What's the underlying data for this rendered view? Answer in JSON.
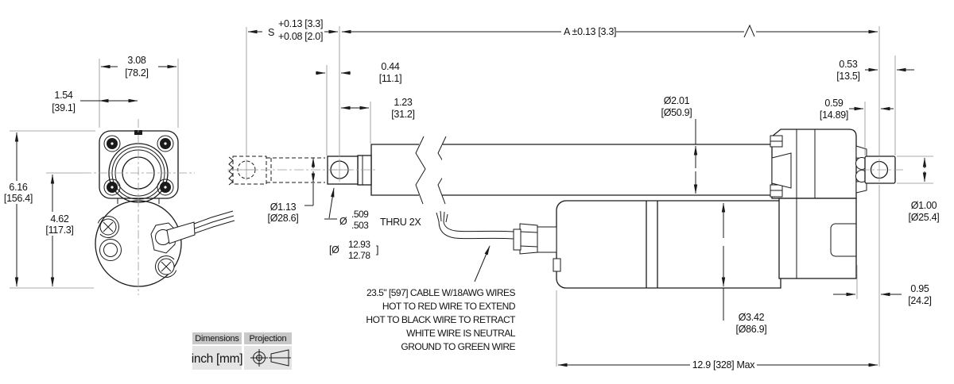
{
  "dims": {
    "stroke": {
      "label": "S",
      "upper": "+0.13 [3.3]",
      "lower": "+0.08 [2.0]"
    },
    "length_a": {
      "label": "A ±0.13 [3.3]"
    },
    "flange_width": {
      "in": "3.08",
      "mm": "[78.2]"
    },
    "flange_half": {
      "in": "1.54",
      "mm": "[39.1]"
    },
    "overall_height": {
      "in": "6.16",
      "mm": "[156.4]"
    },
    "center_height": {
      "in": "4.62",
      "mm": "[117.3]"
    },
    "rod_offset": {
      "in": "0.44",
      "mm": "[11.1]"
    },
    "pin_to_tube": {
      "in": "1.23",
      "mm": "[31.2]"
    },
    "tube_dia": {
      "in": "Ø2.01",
      "mm": "[Ø50.9]"
    },
    "rear_pin_to_end": {
      "in": "0.53",
      "mm": "[13.5]"
    },
    "rear_face_to_pin": {
      "in": "0.59",
      "mm": "[14.89]"
    },
    "rod_end_dia": {
      "in": "Ø1.13",
      "mm": "[Ø28.6]"
    },
    "mount_hole": {
      "dia": "Ø",
      "in_max": ".509",
      "in_min": ".503",
      "thru": "THRU 2X",
      "mm_open": "[Ø",
      "mm_max": "12.93",
      "mm_min": "12.78",
      "mm_close": "]"
    },
    "rear_lug_dia": {
      "in": "Ø1.00",
      "mm": "[Ø25.4]"
    },
    "rear_lug_offset": {
      "in": "0.95",
      "mm": "[24.2]"
    },
    "motor_dia": {
      "in": "Ø3.42",
      "mm": "[Ø86.9]"
    },
    "max_length": {
      "label": "12.9 [328] Max"
    }
  },
  "notes": {
    "cable": {
      "line1": "23.5\" [597] CABLE W/18AWG WIRES",
      "line2": "HOT TO RED WIRE TO EXTEND",
      "line3": "HOT TO BLACK WIRE TO RETRACT",
      "line4": "WHITE WIRE IS NEUTRAL",
      "line5": "GROUND TO GREEN WIRE"
    }
  },
  "title_block": {
    "dimensions_header": "Dimensions",
    "projection_header": "Projection",
    "units": "inch [mm]",
    "projection_symbol": "first-angle-projection-icon"
  },
  "colors": {
    "line": "#1a1a1a",
    "extension_line": "#8f8f8f",
    "table_header_bg": "#c8c8c8",
    "table_cell_bg": "#e4e4e4",
    "background": "#ffffff"
  }
}
